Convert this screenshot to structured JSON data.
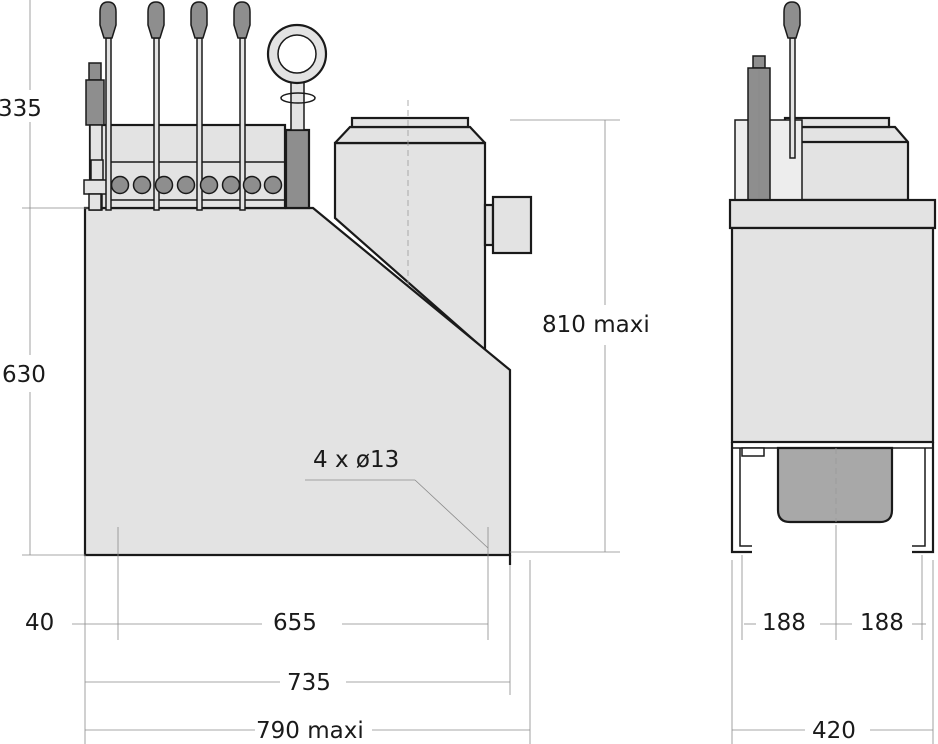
{
  "drawing": {
    "labels": {
      "height_top": "335",
      "height_body": "630",
      "height_overall": "810 maxi",
      "holes": "4 x ø13",
      "offset_left": "40",
      "foot_spacing": "655",
      "body_length": "735",
      "length_overall": "790 maxi",
      "side_left": "188",
      "side_right": "188",
      "width_overall": "420"
    },
    "colors": {
      "body_fill": "#e3e3e3",
      "ink": "#1a1a1a",
      "knob_fill": "#8e8e8e",
      "dimension_line": "#8a8a8a"
    }
  }
}
